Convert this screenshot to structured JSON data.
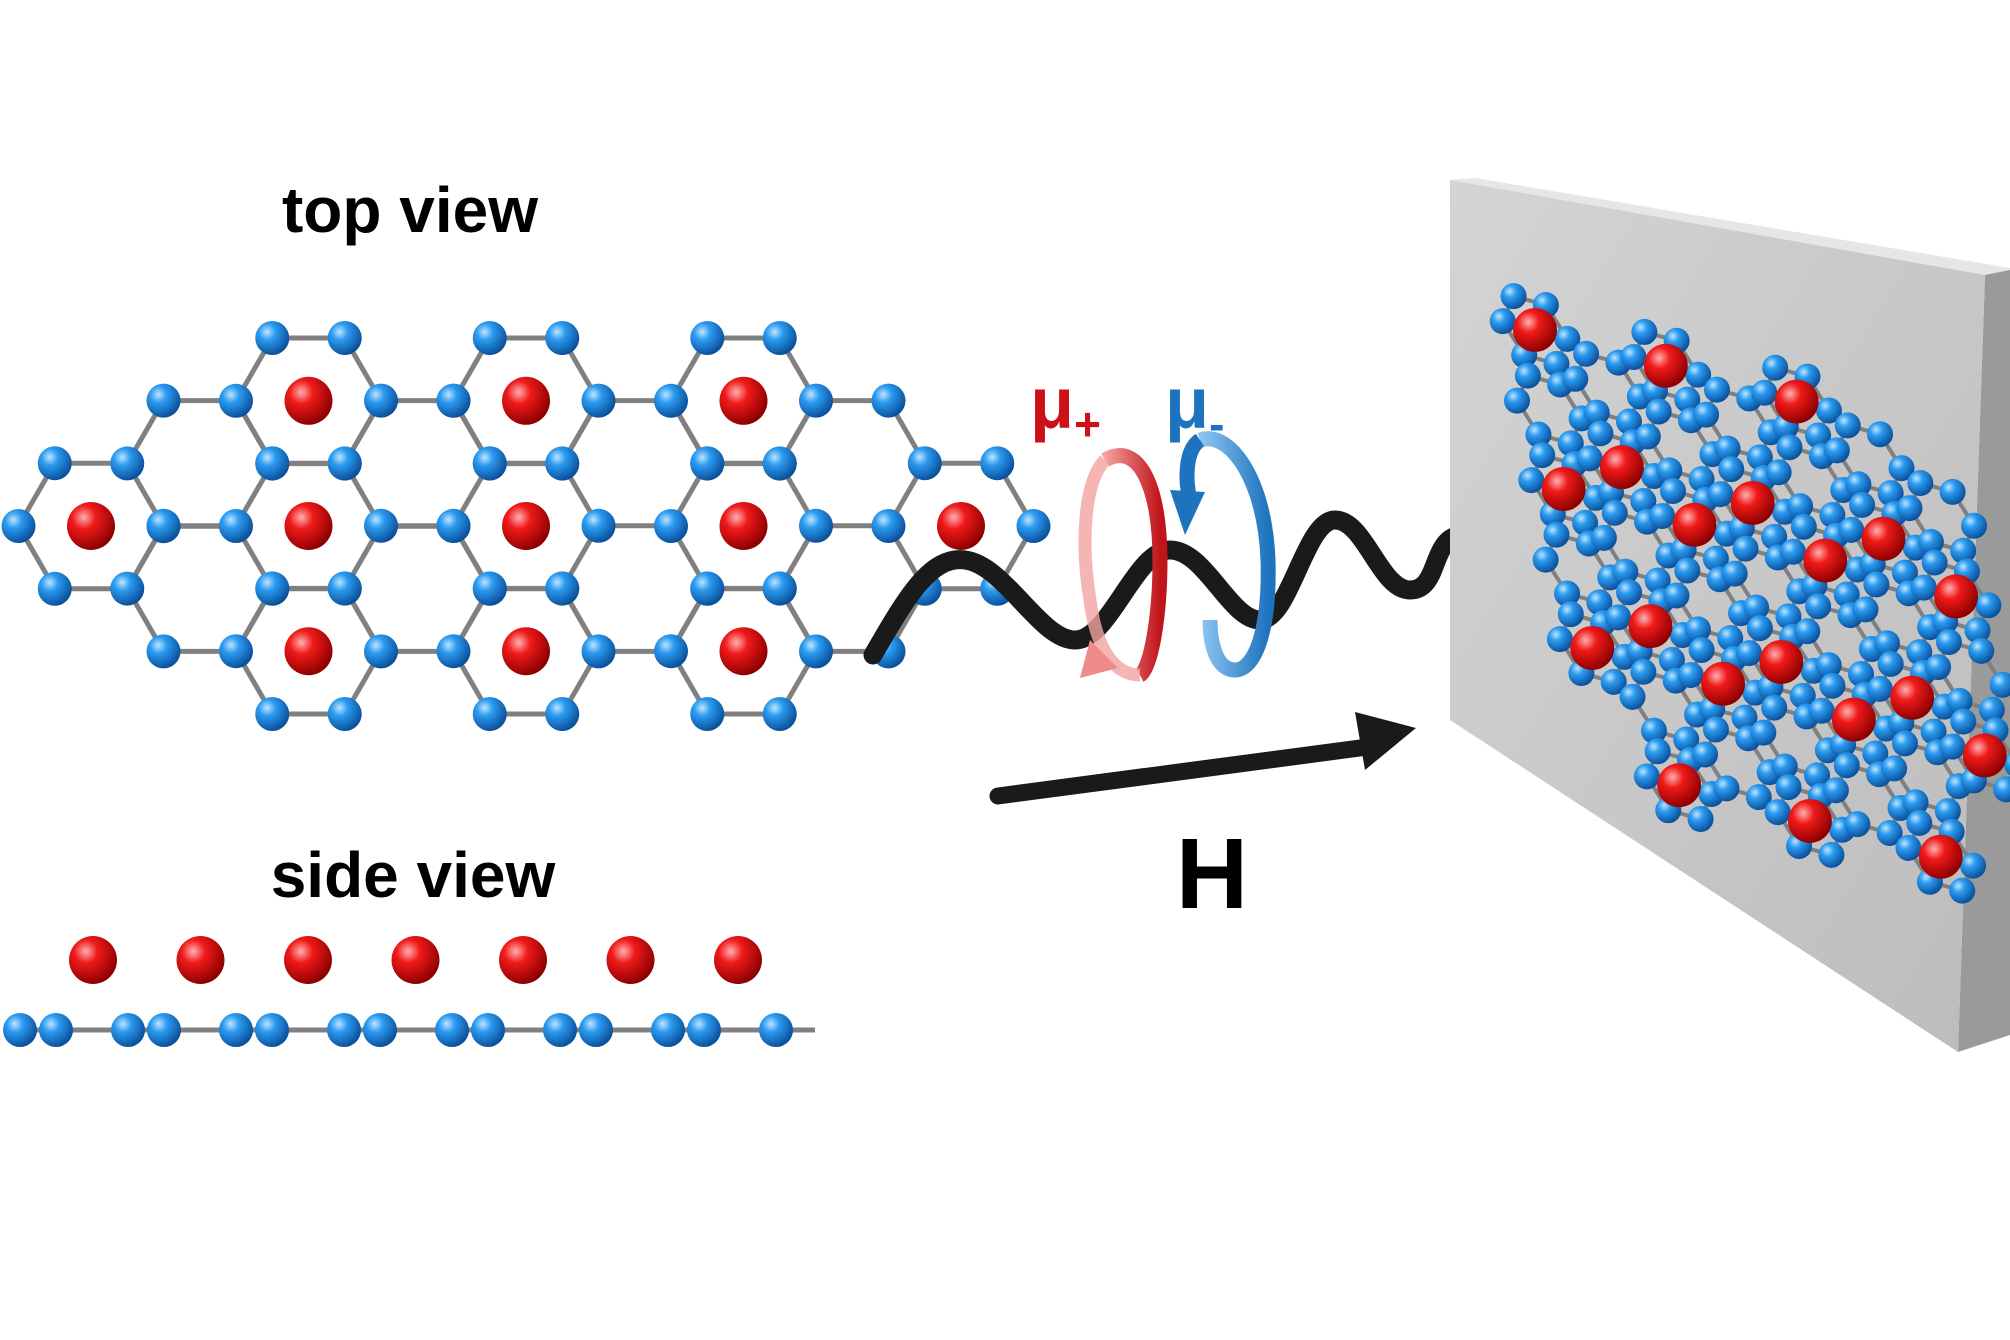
{
  "labels": {
    "top_view": "top view",
    "side_view": "side view",
    "mu_plus_base": "μ",
    "mu_plus_sub": "+",
    "mu_minus_base": "μ",
    "mu_minus_sub": "-",
    "field": "H"
  },
  "colors": {
    "carbon_atom": "#1a8ee0",
    "guest_atom": "#e01010",
    "bond": "#808080",
    "wave": "#1a1a1a",
    "mu_plus": "#cc1118",
    "mu_minus": "#1e73be",
    "substrate": "#cbcbcb"
  },
  "icons": {
    "carbon": "blue-atom-icon",
    "guest": "red-atom-icon"
  }
}
